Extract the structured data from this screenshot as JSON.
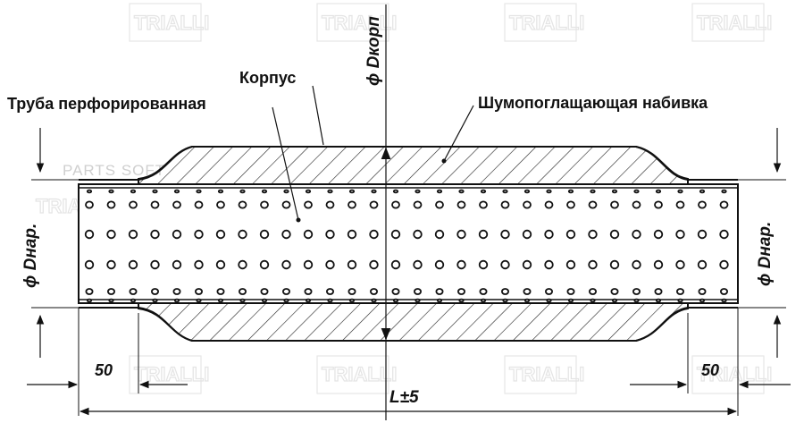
{
  "watermark": {
    "brand": "TRIALLI",
    "shop": "PARTS SOFT"
  },
  "labels": {
    "body": "Корпус",
    "perforated_pipe": "Труба перфорированная",
    "sound_absorbing": "Шумопоглащающая набивка",
    "d_body": "ϕ Dкорп",
    "d_outer_left": "ϕ Dнар.",
    "d_outer_right": "ϕ Dнар.",
    "len_left": "50",
    "len_right": "50",
    "total_len": "L±5"
  },
  "colors": {
    "line": "#111111",
    "hatch": "#222222",
    "watermark": "#e4e4e4"
  }
}
